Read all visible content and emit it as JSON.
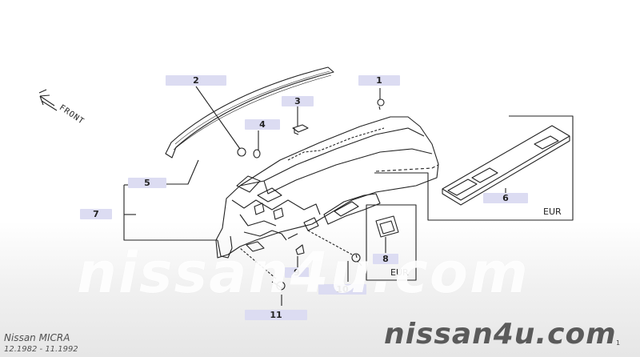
{
  "front_label": "FRONT",
  "callouts": [
    {
      "id": "1",
      "label": "1"
    },
    {
      "id": "2",
      "label": "2"
    },
    {
      "id": "3",
      "label": "3"
    },
    {
      "id": "4",
      "label": "4"
    },
    {
      "id": "5",
      "label": "5"
    },
    {
      "id": "6",
      "label": "6"
    },
    {
      "id": "7",
      "label": "7"
    },
    {
      "id": "8",
      "label": "8"
    },
    {
      "id": "9",
      "label": "9"
    },
    {
      "id": "10",
      "label": "10"
    },
    {
      "id": "11",
      "label": "11"
    }
  ],
  "region_tags": {
    "eur_6": "EUR",
    "eur_8": "EUR"
  },
  "watermark": "nissan4u.com",
  "footer": {
    "model": "Nissan MICRA",
    "dates": "12.1982 - 11.1992",
    "brand": "nissan4u.com",
    "page": "1"
  }
}
